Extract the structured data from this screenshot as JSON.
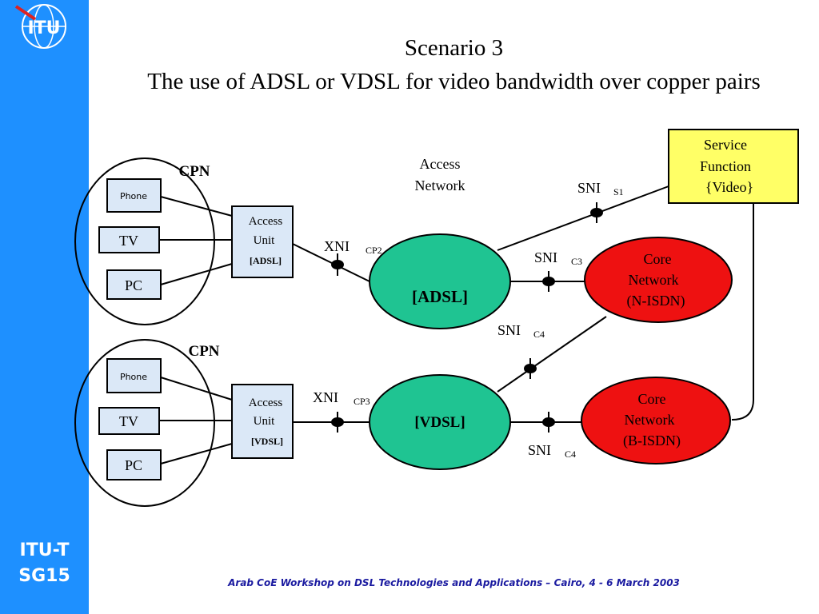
{
  "sidebar": {
    "logo_text": "ITU",
    "label_line1": "ITU-T",
    "label_line2": "SG15",
    "color": "#1e90ff"
  },
  "title": {
    "line1": "Scenario 3",
    "line2": "The use of ADSL or VDSL for  video bandwidth over copper pairs"
  },
  "footer": "Arab CoE  Workshop on DSL Technologies and Applications – Cairo, 4 - 6 March 2003",
  "cpn_top": {
    "label": "CPN",
    "devices": [
      "Phone",
      "TV",
      "PC"
    ],
    "access_unit": [
      "Access",
      "Unit",
      "[ADSL]"
    ]
  },
  "cpn_bottom": {
    "label": "CPN",
    "devices": [
      "Phone",
      "TV",
      "PC"
    ],
    "access_unit": [
      "Access",
      "Unit",
      "[VDSL]"
    ]
  },
  "access_network": [
    "Access",
    "Network"
  ],
  "adsl_node": "[ADSL]",
  "vdsl_node": "[VDSL]",
  "service_function": [
    "Service",
    "Function",
    "{Video}"
  ],
  "core_top": [
    "Core",
    "Network",
    "(N-ISDN)"
  ],
  "core_bottom": [
    "Core",
    "Network",
    "(B-ISDN)"
  ],
  "interfaces": {
    "xni_cp2": {
      "main": "XNI",
      "sub": "CP2"
    },
    "xni_cp3": {
      "main": "XNI",
      "sub": "CP3"
    },
    "sni_s1": {
      "main": "SNI",
      "sub": "S1"
    },
    "sni_c3": {
      "main": "SNI",
      "sub": "C3"
    },
    "sni_c4a": {
      "main": "SNI",
      "sub": "C4"
    },
    "sni_c4b": {
      "main": "SNI",
      "sub": "C4"
    }
  },
  "colors": {
    "dsl_node": "#1fc492",
    "core_network": "#ee1111",
    "service_function": "#ffff66"
  }
}
